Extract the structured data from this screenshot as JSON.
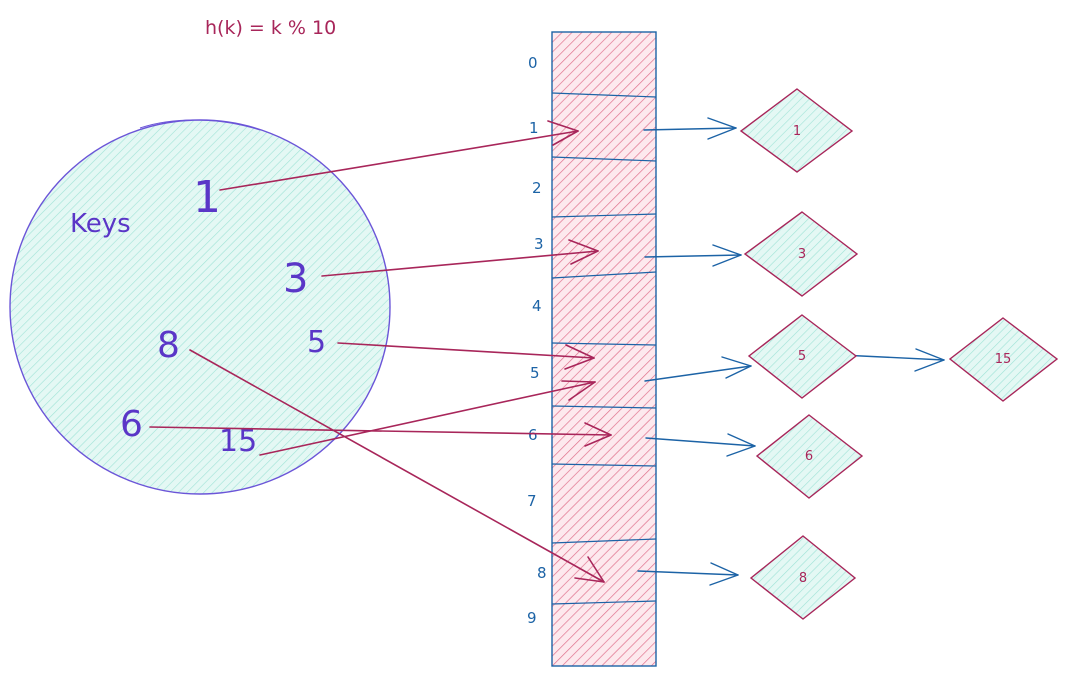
{
  "formula": "h(k) = k % 10",
  "keys_label": "Keys",
  "keys": [
    "1",
    "3",
    "5",
    "8",
    "6",
    "15"
  ],
  "indices": [
    "0",
    "1",
    "2",
    "3",
    "4",
    "5",
    "6",
    "7",
    "8",
    "9"
  ],
  "nodes": {
    "n1": "1",
    "n3": "3",
    "n5": "5",
    "n15": "15",
    "n6": "6",
    "n8": "8"
  },
  "colors": {
    "table_fill": "#f4a6b8",
    "table_stroke": "#1c63a6",
    "circle_fill": "#c8f3ec",
    "circle_stroke": "#6b55d8",
    "key_arrow": "#a8265a",
    "chain_arrow": "#1c63a6",
    "node_stroke": "#a8265a",
    "node_fill": "#c8f3ec"
  }
}
